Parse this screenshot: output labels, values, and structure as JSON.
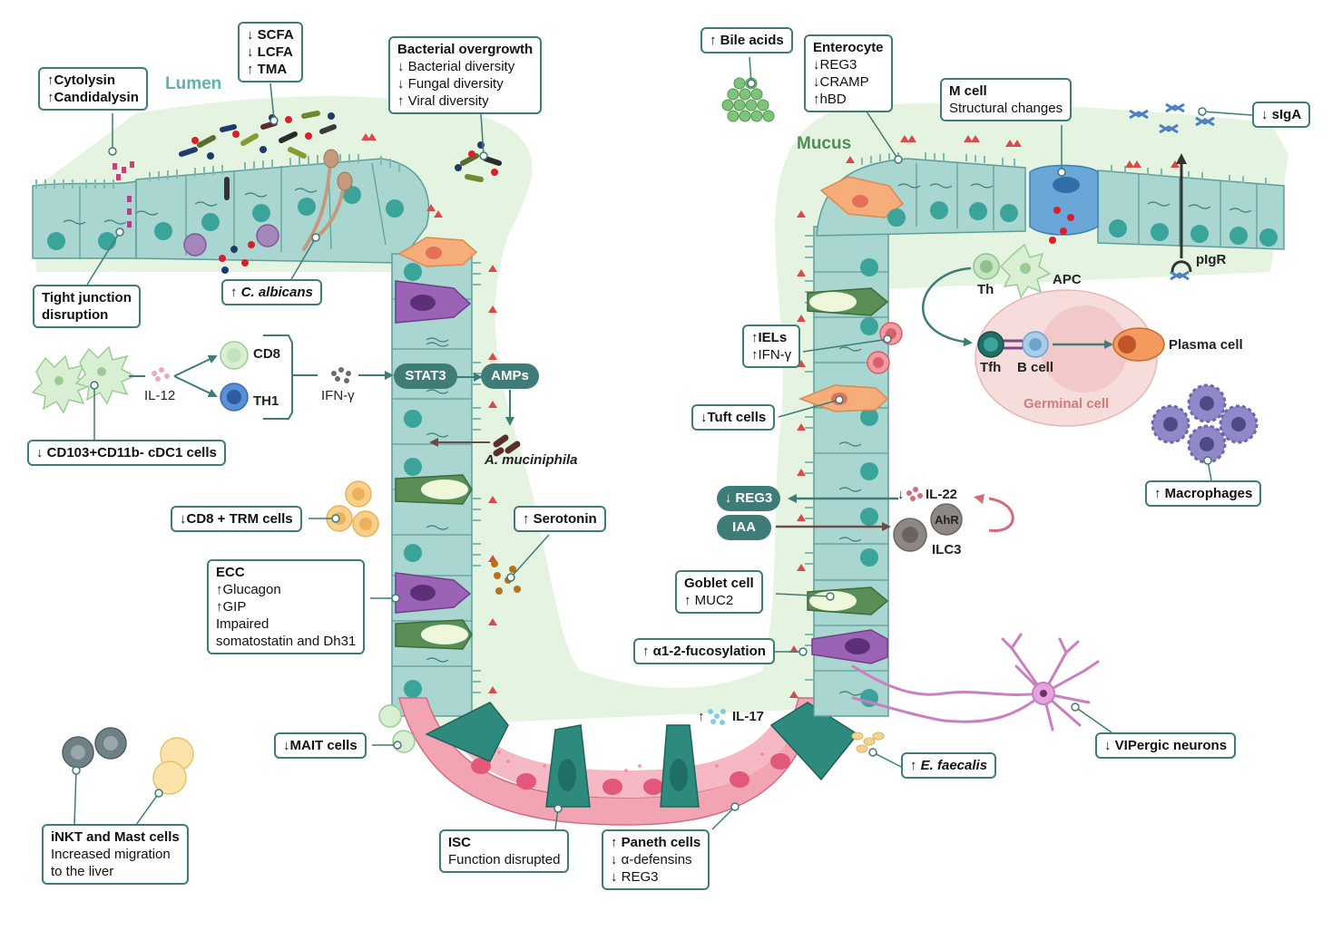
{
  "regions": {
    "lumen": "Lumen",
    "mucus": "Mucus",
    "germinal": "Germinal cell"
  },
  "labels": {
    "cytolysin": [
      "↑Cytolysin",
      "↑Candidalysin"
    ],
    "scfa": [
      "↓ SCFA",
      "↓ LCFA",
      "↑ TMA"
    ],
    "bacterial": {
      "title": "Bacterial overgrowth",
      "lines": [
        "↓ Bacterial diversity",
        "↓ Fungal diversity",
        "↑ Viral diversity"
      ]
    },
    "tight": [
      "Tight junction",
      "disruption"
    ],
    "calbicans": "↑ C. albicans",
    "cd103": "↓ CD103+CD11b- cDC1 cells",
    "cd8trm": "↓CD8 + TRM cells",
    "serotonin": "↑ Serotonin",
    "ecc": {
      "title": "ECC",
      "lines": [
        "↑Glucagon",
        "↑GIP",
        "Impaired",
        "somatostatin and Dh31"
      ]
    },
    "mait": "↓MAIT cells",
    "inkt": {
      "title": "iNKT and Mast cells",
      "lines": [
        "Increased migration",
        "to the liver"
      ]
    },
    "isc": {
      "title": "ISC",
      "lines": [
        "Function disrupted"
      ]
    },
    "paneth": {
      "title": "↑ Paneth cells",
      "lines": [
        "↓ α-defensins",
        "↓ REG3"
      ]
    },
    "bile": "↑ Bile acids",
    "enterocyte": {
      "title": "Enterocyte",
      "lines": [
        "↓REG3",
        "↓CRAMP",
        "↑hBD"
      ]
    },
    "mcell": {
      "title": "M cell",
      "lines": [
        "Structural changes"
      ]
    },
    "siga": "↓ sIgA",
    "iels": [
      "↑IELs",
      "↑IFN-γ"
    ],
    "tuft": "↓Tuft cells",
    "macrophages": "↑ Macrophages",
    "goblet": {
      "title": "Goblet cell",
      "lines": [
        "↑ MUC2"
      ]
    },
    "fucosylation": "↑ α1-2-fucosylation",
    "efaecalis": "↑ E. faecalis",
    "vip": "↓ VIPergic neurons"
  },
  "free_text": {
    "cd8": "CD8",
    "th1": "TH1",
    "il12": "IL-12",
    "ifng": "IFN-γ",
    "amuc": "A. muciniphila",
    "il22": "IL-22",
    "ahr": "AhR",
    "ilc3": "ILC3",
    "il17": "IL-17",
    "th": "Th",
    "apc": "APC",
    "tfh": "Tfh",
    "bcell": "B cell",
    "plasma": "Plasma cell",
    "pigr": "pIgR",
    "arrow_up": "↑",
    "arrow_down": "↓"
  },
  "pills": {
    "stat3": "STAT3",
    "amps": "AMPs",
    "reg3": "↓ REG3",
    "iaa": "IAA"
  },
  "colors": {
    "mucus": "#e4f4e1",
    "epithelium": "#a9d6d1",
    "epi_stroke": "#5e9e99",
    "nucleus": "#3aa39a",
    "teal_dark": "#3f7b77",
    "paneth": "#f2a4b2",
    "paneth_nuc": "#e2577a",
    "isc": "#2e8a7d",
    "goblet": "#5a8e57",
    "ecc": "#9b63b6",
    "tuft": "#f6ad79",
    "germinal": "#f7dcdc"
  }
}
